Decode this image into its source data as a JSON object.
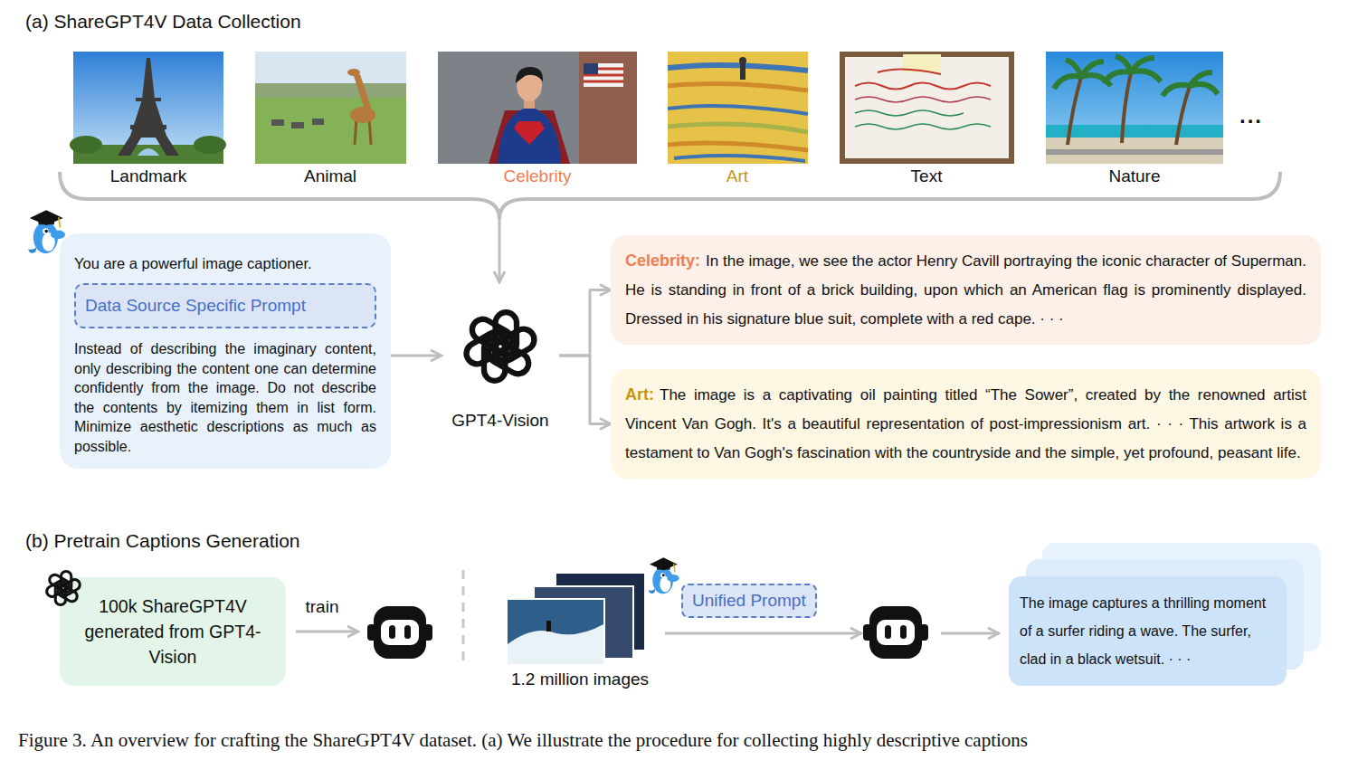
{
  "diagram": {
    "caption": "Figure 3. An overview for crafting the ShareGPT4V dataset. (a) We illustrate the procedure for collecting highly descriptive captions",
    "nodes": [
      {
        "text": [
          "You are a powerful image captioner.",
          "Instead of describing the imaginary content, only describing the content one can determine confidently from the image. Do not describe the contents by itemizing them in list form. Minimize aesthetic descriptions as much as possible."
        ]
      },
      {
        "text": [
          "Data Source Specific Prompt"
        ],
        "in": 0
      },
      {
        "text": [
          "GPT4-Vision"
        ]
      },
      {
        "text": [
          "Celebrity:",
          "In the image, we see the actor Henry Cavill portraying the iconic character of Superman. He is standing in front of a brick building, upon which an American flag is prominently displayed. Dressed in his signature blue suit, complete with a red cape. · · ·"
        ]
      },
      {
        "text": [
          "Art:",
          "The image is a captivating oil painting titled “The Sower”, created by the renowned artist Vincent Van Gogh. It's a beautiful representation of post-impressionism art. · · · This artwork is a testament to Van Gogh's fascination with the countryside and the simple, yet profound, peasant life."
        ]
      },
      {
        "text": [
          "100k ShareGPT4V generated from GPT4-Vision"
        ]
      },
      {
        "text": [
          "Unified Prompt"
        ]
      },
      {
        "text": [
          "The image captures a thrilling moment of a surfer riding a wave. The surfer, clad in a black wetsuit. · · ·"
        ]
      }
    ],
    "edges": [
      {
        "from": 0,
        "to": 2,
        "arrow": "to"
      },
      {
        "from": 2,
        "to": 3,
        "arrow": "to"
      },
      {
        "from": 2,
        "to": 4,
        "arrow": "to"
      }
    ],
    "labels": [
      "(a) ShareGPT4V Data Collection",
      "Landmark",
      "Animal",
      "Celebrity",
      "Art",
      "Text",
      "Nature",
      "...",
      "(b) Pretrain Captions Generation",
      "train",
      "1.2 million images"
    ]
  }
}
